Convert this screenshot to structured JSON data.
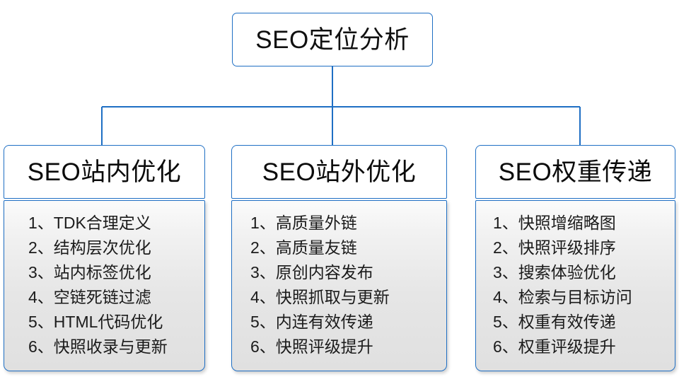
{
  "diagram": {
    "root": {
      "label": "SEO定位分析"
    },
    "columns": [
      {
        "header": "SEO站内优化",
        "items": [
          "1、TDK合理定义",
          "2、结构层次优化",
          "3、站内标签优化",
          "4、空链死链过滤",
          "5、HTML代码优化",
          "6、快照收录与更新"
        ]
      },
      {
        "header": "SEO站外优化",
        "items": [
          "1、高质量外链",
          "2、高质量友链",
          "3、原创内容发布",
          "4、快照抓取与更新",
          "5、内连有效传递",
          "6、快照评级提升"
        ]
      },
      {
        "header": "SEO权重传递",
        "items": [
          "1、快照增缩略图",
          "2、快照评级排序",
          "3、搜索体验优化",
          "4、检索与目标访问",
          "5、权重有效传递",
          "6、权重评级提升"
        ]
      }
    ],
    "colors": {
      "border": "#1f6fc4",
      "connector": "#1f6fc4",
      "header_fill": "#ffffff",
      "body_fill": "#e6e6e6",
      "text": "#101010"
    }
  }
}
